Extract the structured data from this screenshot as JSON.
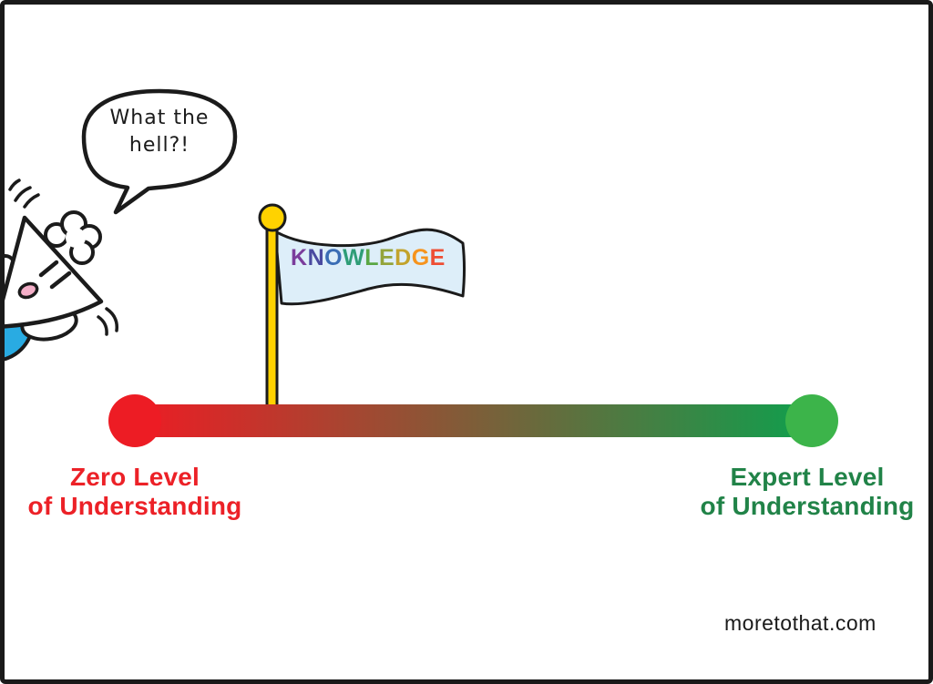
{
  "panel": {
    "bg": "#ffffff",
    "border_color": "#1a1a1a"
  },
  "speech_bubble": {
    "line1": "What the",
    "line2": "hell?!"
  },
  "character": {
    "body_color": "#29abe2",
    "mouth_color": "#f4afc8"
  },
  "flag": {
    "pole_color": "#ffd200",
    "banner_color": "#ddeef9",
    "word": "KNOWLEDGE",
    "letters": [
      {
        "ch": "K",
        "color": "#7b3d9c"
      },
      {
        "ch": "N",
        "color": "#4a4aa0"
      },
      {
        "ch": "O",
        "color": "#3a6db5"
      },
      {
        "ch": "W",
        "color": "#2e9d77"
      },
      {
        "ch": "L",
        "color": "#5aa744"
      },
      {
        "ch": "E",
        "color": "#93a43a"
      },
      {
        "ch": "D",
        "color": "#c2a32c"
      },
      {
        "ch": "G",
        "color": "#f6941e"
      },
      {
        "ch": "E",
        "color": "#ee4e34"
      }
    ]
  },
  "spectrum": {
    "gradient_start_color": "#ed1c24",
    "gradient_end_color": "#0f9f4d",
    "start_cap_color": "#ed1c24",
    "end_cap_color": "#3cb44a",
    "start_label": {
      "line1": "Zero Level",
      "line2": "of Understanding",
      "color": "#ec2127"
    },
    "end_label": {
      "line1": "Expert Level",
      "line2": "of Understanding",
      "color": "#218348"
    }
  },
  "footer": {
    "site": "moretothat.com"
  }
}
